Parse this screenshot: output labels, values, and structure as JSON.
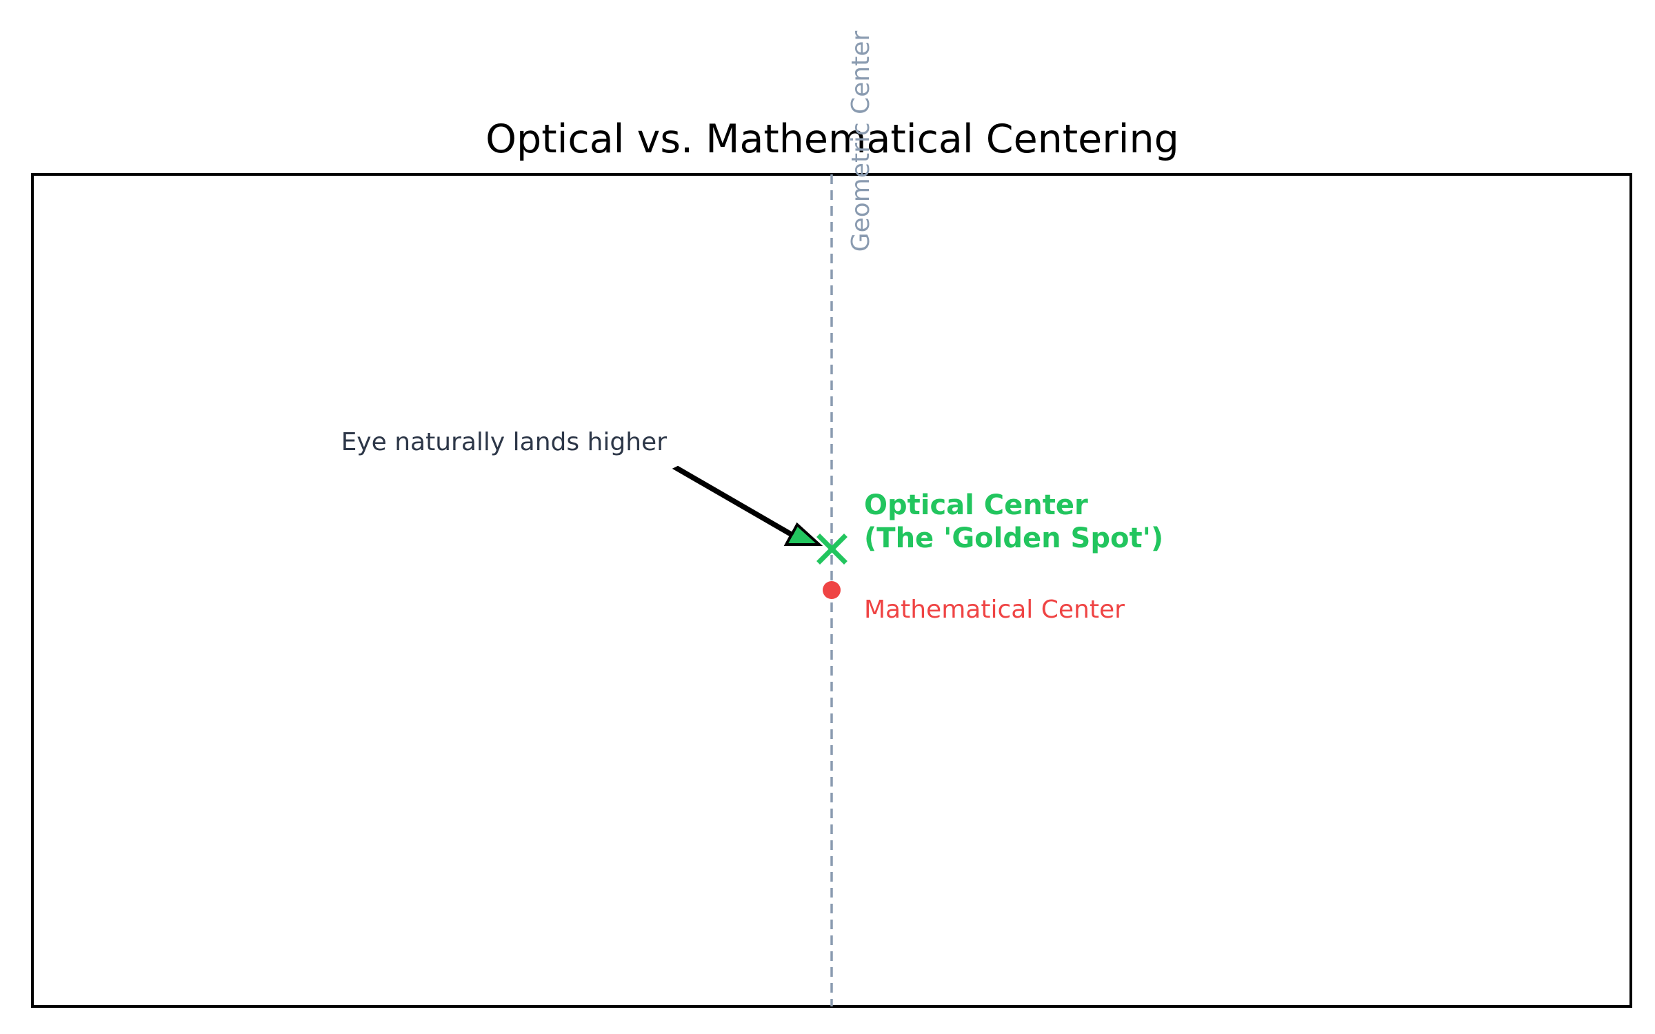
{
  "title": "Optical vs. Mathematical Centering",
  "guide_line_label": "Geometric Center",
  "eye_annotation": "Eye naturally lands higher",
  "optical_center": {
    "label_line1": "Optical Center",
    "label_line2": "(The 'Golden Spot')"
  },
  "mathematical_center": {
    "label": "Mathematical Center"
  },
  "colors": {
    "frame": "#000000",
    "guide_line": "#8a9bb0",
    "optical": "#22c55e",
    "mathematical": "#ef4444",
    "annotation_text": "#2d3748",
    "arrow_outline": "#000000"
  },
  "icons": {
    "optical_marker": "x-mark",
    "mathematical_marker": "dot"
  }
}
